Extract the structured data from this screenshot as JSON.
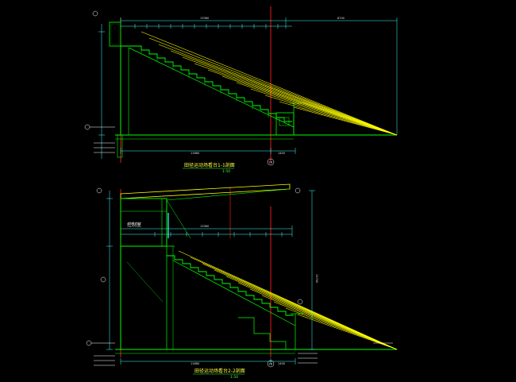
{
  "sections": [
    {
      "title": "田径运动场看台1-1剖面",
      "scale": "1:50",
      "dims": {
        "overall_top": "13360",
        "right_top": "8700",
        "bottom_main": "11660",
        "bottom_right": "1400"
      },
      "axis_label": "18"
    },
    {
      "title": "田径运动场看台2-2剖面",
      "scale": "1:50",
      "room": "控制室",
      "dims": {
        "overall_top": "13360",
        "bottom_main": "11660",
        "bottom_right": "1400",
        "right_vertical": "11700"
      },
      "axis_label": "18"
    }
  ],
  "colors": {
    "background": "#000000",
    "structure": "#00ff00",
    "sightline": "#ffff00",
    "axis": "#ff2020",
    "dimension": "#40ffff",
    "text": "#ffffff"
  }
}
